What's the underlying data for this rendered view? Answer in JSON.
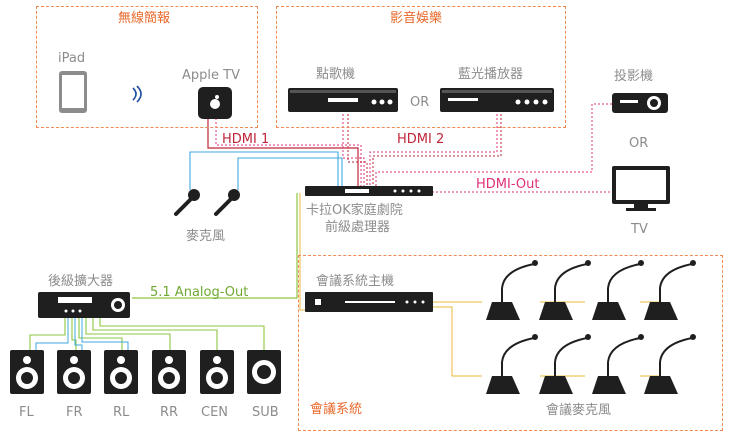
{
  "zones": {
    "wireless": "無線簡報",
    "entertainment": "影音娛樂",
    "conference": "會議系統"
  },
  "devices": {
    "ipad": "iPad",
    "apple_tv": "Apple TV",
    "karaoke_player": "點歌機",
    "bluray_player": "藍光播放器",
    "or_players": "OR",
    "projector": "投影機",
    "or_display": "OR",
    "tv": "TV",
    "microphones": "麥克風",
    "processor_line1": "卡拉OK家庭劇院",
    "processor_line2": "前級處理器",
    "amplifier": "後級擴大器",
    "conference_host": "會議系統主機",
    "conference_mics": "會議麥克風"
  },
  "signals": {
    "hdmi1": "HDMI 1",
    "hdmi2": "HDMI 2",
    "hdmi_out": "HDMI-Out",
    "analog_out": "5.1 Analog-Out"
  },
  "speakers": [
    "FL",
    "FR",
    "RL",
    "RR",
    "CEN",
    "SUB"
  ],
  "colors": {
    "zone_border": "#ef8a55",
    "hdmi1_wire": "#c0253a",
    "hdmi2_wire": "#e0307a",
    "hdmi_out_wire": "#e0307a",
    "blue_wire": "#3fa9e0",
    "analog_wire": "#8dc63f",
    "conference_wire": "#e8b93a",
    "device": "#1f1f1f"
  }
}
